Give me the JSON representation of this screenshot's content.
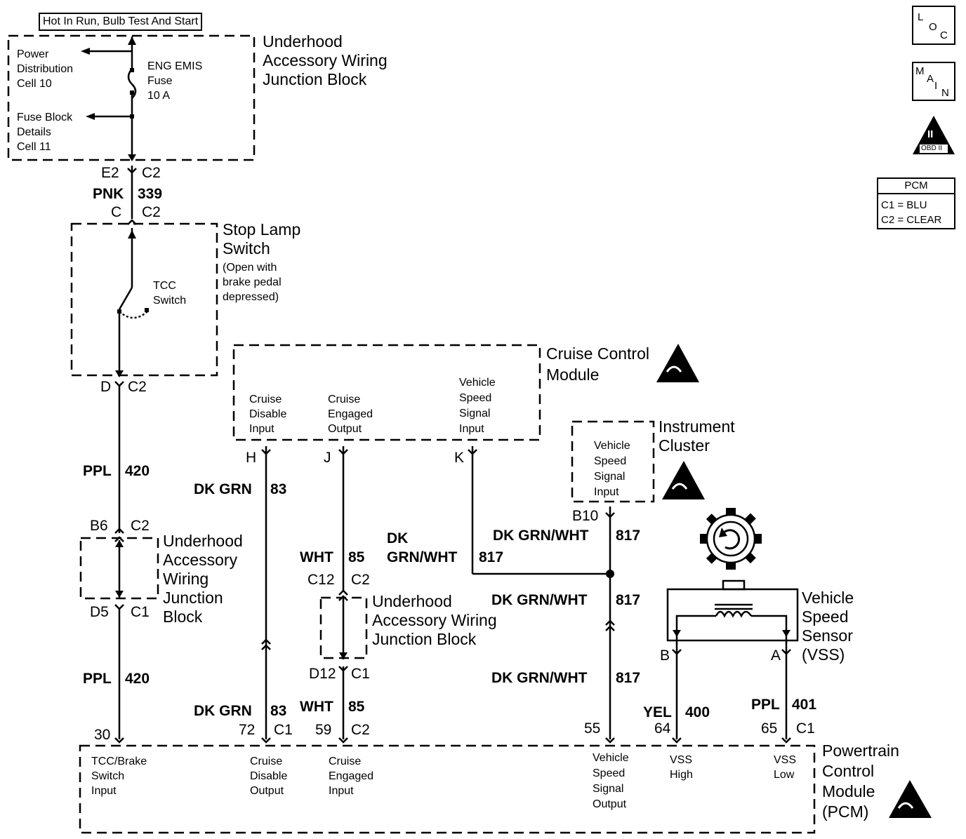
{
  "header": {
    "condition_label": "Hot In Run, Bulb Test And Start"
  },
  "side_icons": {
    "loc": [
      "L",
      "O",
      "C"
    ],
    "main": [
      "M",
      "A",
      "I",
      "N"
    ],
    "obd": {
      "roman": "II",
      "label": "OBD II"
    },
    "pcm_legend": {
      "title": "PCM",
      "c1": "C1 = BLU",
      "c2": "C2 = CLEAR"
    }
  },
  "components": {
    "underhood_top": {
      "title": "Underhood\nAccessory Wiring\nJunction Block",
      "power_dist": "Power\nDistribution\nCell 10",
      "fuse": "ENG EMIS\nFuse\n10 A",
      "fuse_block": "Fuse Block\nDetails\nCell 11"
    },
    "stop_lamp": {
      "title": "Stop Lamp\nSwitch",
      "note": "(Open with\nbrake pedal\ndepressed)",
      "switch": "TCC\nSwitch"
    },
    "cruise": {
      "title": "Cruise Control\nModule",
      "pin_h": "Cruise\nDisable\nInput",
      "pin_j": "Cruise\nEngaged\nOutput",
      "pin_k": "Vehicle\nSpeed\nSignal\nInput"
    },
    "cluster": {
      "title": "Instrument\nCluster",
      "input": "Vehicle\nSpeed\nSignal\nInput"
    },
    "underhood_mid": {
      "title": "Underhood\nAccessory\nWiring\nJunction\nBlock"
    },
    "underhood_right": {
      "title": "Underhood\nAccessory Wiring\nJunction Block"
    },
    "vss": {
      "title": "Vehicle\nSpeed\nSensor\n(VSS)"
    },
    "pcm": {
      "title": "Powertrain\nControl\nModule\n(PCM)",
      "tcc": "TCC/Brake\nSwitch\nInput",
      "cdo": "Cruise\nDisable\nOutput",
      "cei": "Cruise\nEngaged\nInput",
      "vsso": "Vehicle\nSpeed\nSignal\nOutput",
      "vssh": "VSS\nHigh",
      "vssl": "VSS\nLow"
    }
  },
  "connectors": {
    "e2": "E2",
    "c2a": "C2",
    "c": "C",
    "c2b": "C2",
    "d": "D",
    "c2c": "C2",
    "b6": "B6",
    "c2d": "C2",
    "d5": "D5",
    "c1a": "C1",
    "p30": "30",
    "h": "H",
    "j": "J",
    "k": "K",
    "p72": "72",
    "c1b": "C1",
    "c12": "C12",
    "c2e": "C2",
    "d12": "D12",
    "c1c": "C1",
    "p59": "59",
    "c2f": "C2",
    "b10": "B10",
    "p55": "55",
    "b": "B",
    "a": "A",
    "p64": "64",
    "p65": "65",
    "c1d": "C1"
  },
  "wires": {
    "pnk": "PNK",
    "n339": "339",
    "ppl1": "PPL",
    "n420a": "420",
    "ppl2": "PPL",
    "n420b": "420",
    "dkgrn1": "DK GRN",
    "n83a": "83",
    "dkgrn2": "DK GRN",
    "n83b": "83",
    "wht1": "WHT",
    "n85a": "85",
    "wht2": "WHT",
    "n85b": "85",
    "dk": "DK",
    "grnwht": "GRN/WHT",
    "n817a": "817",
    "dkgrnwht1": "DK GRN/WHT",
    "n817b": "817",
    "dkgrnwht2": "DK GRN/WHT",
    "n817c": "817",
    "dkgrnwht3": "DK GRN/WHT",
    "n817d": "817",
    "yel": "YEL",
    "n400": "400",
    "ppl3": "PPL",
    "n401": "401"
  }
}
